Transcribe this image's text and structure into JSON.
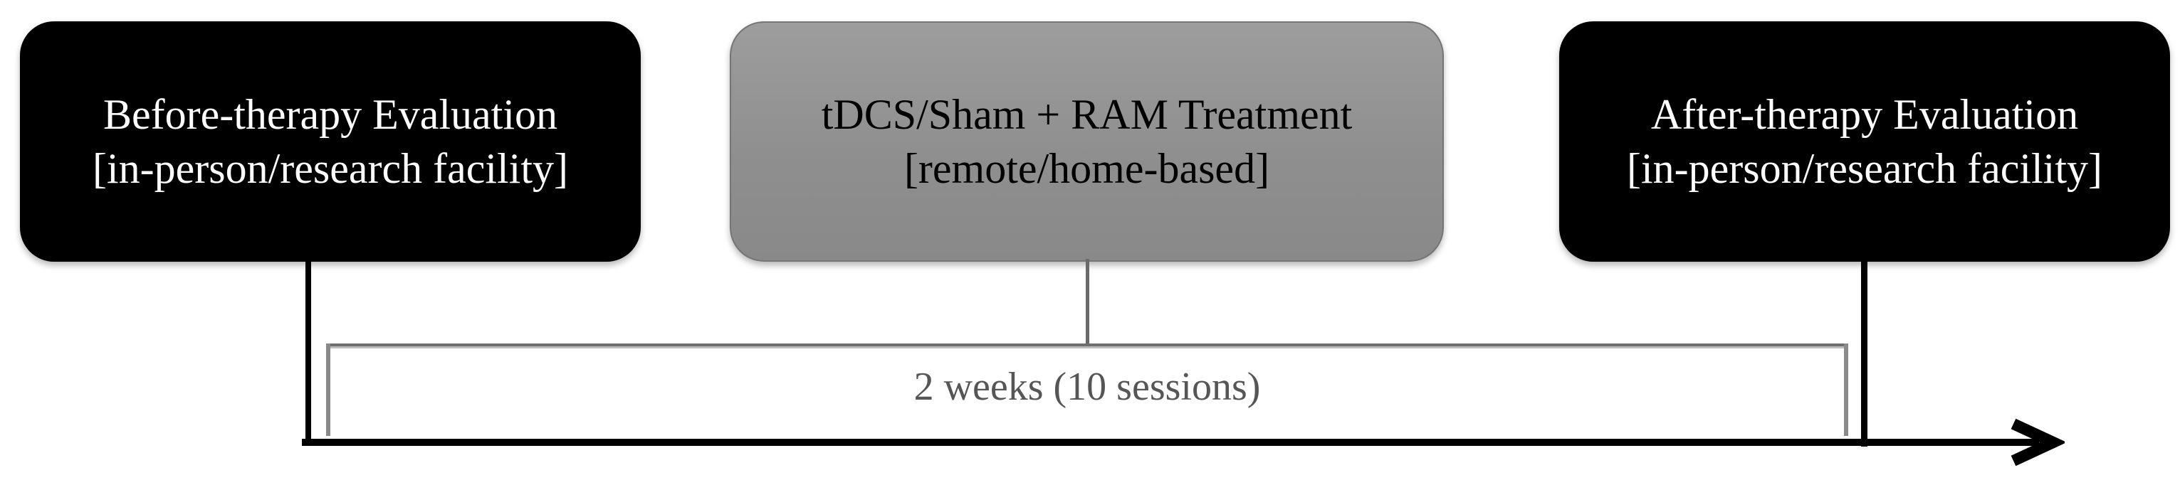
{
  "figure": {
    "background_color": "#ffffff",
    "boxes": [
      {
        "line1": "Before-therapy Evaluation",
        "line2": "[in-person/research facility]",
        "fill": "#000000",
        "text_color": "#ffffff"
      },
      {
        "line1": "tDCS/Sham + RAM Treatment",
        "line2": "[remote/home-based]",
        "fill": "#8f8f8f",
        "text_color": "#000000"
      },
      {
        "line1": "After-therapy Evaluation",
        "line2": "[in-person/research facility]",
        "fill": "#000000",
        "text_color": "#ffffff"
      }
    ],
    "timeline": {
      "duration_label": "2 weeks (10 sessions)",
      "label_color": "#565656",
      "bracket_color": "#8a8a8a",
      "arrow_color": "#000000"
    }
  }
}
